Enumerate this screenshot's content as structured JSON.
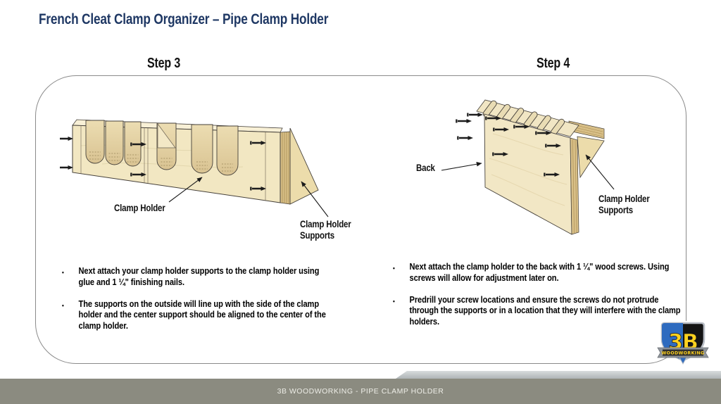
{
  "title": "French Cleat Clamp Organizer – Pipe Clamp Holder",
  "bullet_char": "•",
  "steps": {
    "step3": {
      "heading": "Step 3",
      "labels": {
        "clamp_holder": "Clamp Holder",
        "supports": "Clamp Holder\nSupports"
      },
      "bullets": [
        "Next attach your clamp holder supports to the clamp holder using glue and 1 ¼\" finishing nails.",
        "The supports on the outside will line up with the side of the clamp holder and the center support should be aligned to the center of the clamp holder."
      ]
    },
    "step4": {
      "heading": "Step 4",
      "labels": {
        "back": "Back",
        "supports": "Clamp Holder\nSupports"
      },
      "bullets": [
        "Next attach the clamp holder to the back with 1 ¼\" wood screws.  Using screws will allow for adjustment later on.",
        "Predrill your screw locations and ensure the screws do not protrude through the supports or in a location that they will interfere with the clamp holders."
      ]
    }
  },
  "footer": {
    "text": "3B WOODWORKING - PIPE CLAMP HOLDER"
  },
  "logo": {
    "monogram": "3B",
    "banner": "WOODWORKING"
  },
  "colors": {
    "title": "#1F3864",
    "footer_bar": "#8B8B80",
    "wood_face": "#F2E7C2",
    "wood_top": "#F8F0D6",
    "wood_edge": "#D8BF87",
    "logo_blue": "#2E6BBF",
    "logo_black": "#141414",
    "logo_yellow": "#FFD21E"
  }
}
